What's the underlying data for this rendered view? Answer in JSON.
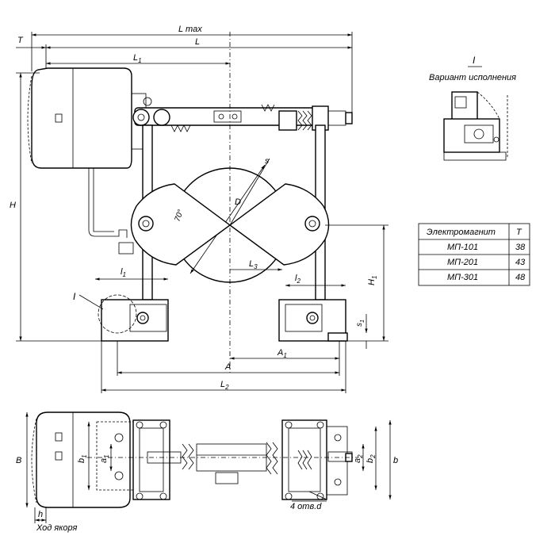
{
  "dimensions": {
    "l_max": "L max",
    "l": "L",
    "l1_top": "L",
    "l1_sub": "1",
    "t": "T",
    "h": "H",
    "h1": "H",
    "h1_sub": "1",
    "d": "D",
    "s": "s",
    "angle": "70°",
    "l3": "L",
    "l3_sub": "3",
    "li1": "l",
    "li1_sub": "1",
    "li2": "l",
    "li2_sub": "2",
    "s1": "s",
    "s1_sub": "1",
    "a1": "A",
    "a1_sub": "1",
    "a": "A",
    "l2": "L",
    "l2_sub": "2",
    "b_big": "B",
    "b1": "b",
    "b1_sub": "1",
    "a1_small": "a",
    "a1_small_sub": "1",
    "a2": "a",
    "a2_sub": "2",
    "b2": "b",
    "b2_sub": "2",
    "b": "b",
    "h_small": "h",
    "holes": "4 отв.d",
    "stroke_label": "Ход якоря",
    "detail_mark": "I"
  },
  "variant": {
    "mark": "I",
    "caption": "Вариант исполнения"
  },
  "table": {
    "headers": [
      "Электромагнит",
      "T"
    ],
    "rows": [
      [
        "МП-101",
        "38"
      ],
      [
        "МП-201",
        "43"
      ],
      [
        "МП-301",
        "48"
      ]
    ]
  }
}
